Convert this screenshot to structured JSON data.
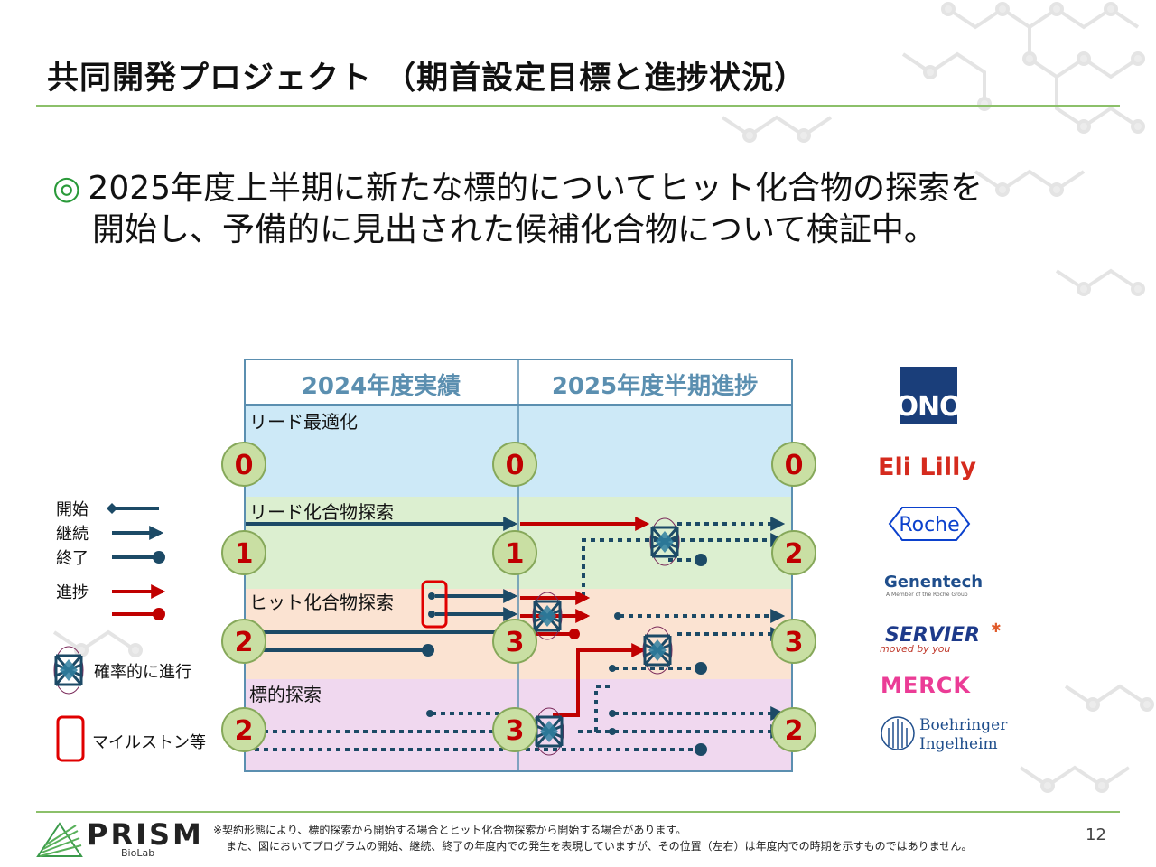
{
  "header": {
    "title": "共同開発プロジェクト （期首設定目標と進捗状況）"
  },
  "bullet": {
    "mark": "◎",
    "line1": "2025年度上半期に新たな標的についてヒット化合物の探索を",
    "line2": "開始し、予備的に見出された候補化合物について検証中。"
  },
  "table": {
    "col_2024": "2024年度実績",
    "col_2025": "2025年度半期進捗",
    "stages": [
      {
        "label": "リード最適化",
        "count_2024_start": "0",
        "count_2024_end": "0",
        "count_2025": "0",
        "color": "#cde9f7"
      },
      {
        "label": "リード化合物探索",
        "count_2024_start": "1",
        "count_2024_end": "1",
        "count_2025": "2",
        "color": "#dcefd0"
      },
      {
        "label": "ヒット化合物探索",
        "count_2024_start": "2",
        "count_2024_end": "3",
        "count_2025": "3",
        "color": "#fbe3d2"
      },
      {
        "label": "標的探索",
        "count_2024_start": "2",
        "count_2024_end": "3",
        "count_2025": "2",
        "color": "#f0d8ef"
      }
    ]
  },
  "legend": {
    "start": "開始",
    "continue": "継続",
    "end": "終了",
    "progress": "進捗",
    "probabilistic": "確率的に進行",
    "milestone": "マイルストン等"
  },
  "partners": {
    "ono": "ONO",
    "lilly": "Eli Lilly",
    "roche": "Roche",
    "genentech": "Genentech",
    "genentech_sub": "A Member of the Roche Group",
    "servier": "SERVIER",
    "servier_sub": "moved by you",
    "merck": "MERCK",
    "boehringer_1": "Boehringer",
    "boehringer_2": "Ingelheim"
  },
  "footer": {
    "note_1": "※契約形態により、標的探索から開始する場合とヒット化合物探索から開始する場合があります。",
    "note_2": "また、図においてプログラムの開始、継続、終了の年度内での発生を表現していますが、その位置（左右）は年度内での時期を示すものではありません。",
    "page": "12",
    "logo": "PRISM",
    "logo_sub": "BioLab"
  },
  "colors": {
    "navy": "#1c4a66",
    "red": "#c00000",
    "circle_fill": "#c9dfa3",
    "circle_stroke": "#86a85a",
    "header_text": "#5b8fb0",
    "lilly": "#d52b1e",
    "ono": "#1a3e7a",
    "roche": "#0b41cd",
    "merck": "#eb3c96",
    "servier": "#1d3a8a"
  }
}
